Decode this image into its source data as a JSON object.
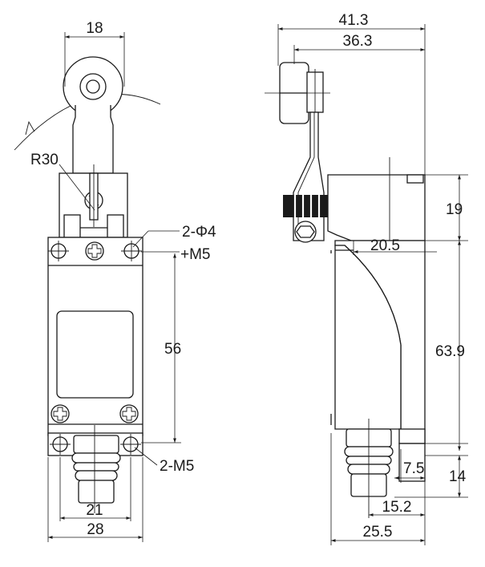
{
  "front_view": {
    "dim_roller_width": "18",
    "dim_radius": "R30",
    "dim_holes": "2-Φ4",
    "dim_thread_top": "+M5",
    "dim_hole_spacing": "56",
    "dim_thread_bottom": "2-M5",
    "dim_mount_spacing": "21",
    "dim_body_width": "28"
  },
  "side_view": {
    "dim_overall_depth": "41.3",
    "dim_lever_reach": "36.3",
    "dim_head_height": "19",
    "dim_head_offset": "20.5",
    "dim_body_height": "63.9",
    "dim_plunger_offset": "7.5",
    "dim_bottom_height": "14",
    "dim_boot_depth": "15.2",
    "dim_body_depth": "25.5"
  }
}
